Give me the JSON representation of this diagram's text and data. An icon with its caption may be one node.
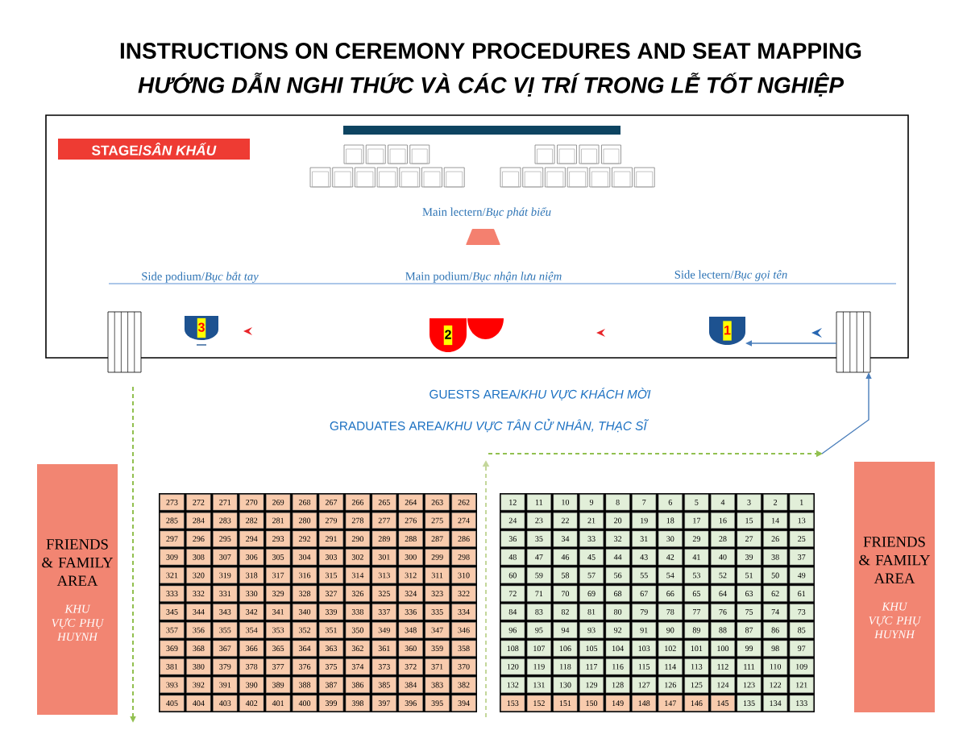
{
  "diagram": {
    "title": "INSTRUCTIONS ON CEREMONY PROCEDURES AND SEAT MAPPING",
    "nodes": [
      {
        "text": [],
        "shape": "box"
      },
      {
        "text": [
          "STAGE/*SÂN KHẤU*"
        ],
        "in": 0
      },
      {
        "text": [],
        "shape": "trapezoid",
        "beside": [
          "Main lectern/*Bục phát biểu*"
        ],
        "in": 0
      },
      {
        "text": [
          "3"
        ],
        "beside": [
          "Side podium/*Bục bắt tay*"
        ],
        "in": 0
      },
      {
        "text": [
          "2"
        ],
        "beside": [
          "Main podium/*Bục nhận lưu niệm*"
        ],
        "in": 0
      },
      {
        "text": [
          "1"
        ],
        "beside": [
          "Side lectern/*Bục gọi tên*"
        ],
        "in": 0
      },
      {
        "text": [],
        "shape": "stairs"
      },
      {
        "text": [],
        "shape": "stairs"
      },
      {
        "text": [
          "FRIENDS & FAMILY AREA",
          "KHU VỰC PHỤ HUYNH"
        ]
      },
      {
        "text": [
          "FRIENDS & FAMILY AREA",
          "KHU VỰC PHỤ HUYNH"
        ]
      }
    ],
    "edges": [
      {
        "from": 7,
        "to": 5,
        "arrow": "to"
      },
      {
        "from": null,
        "to": 7,
        "arrow": "to"
      },
      {
        "from": 6,
        "to": null,
        "arrow": "to",
        "style": "dashed",
        "color": "#92c050"
      }
    ],
    "labels": [
      "HƯỚNG DẪN NGHI THỨC VÀ CÁC VỊ TRÍ TRONG LỄ TỐT NGHIỆP",
      "GUESTS AREA/*KHU VỰC KHÁCH MỜI*",
      "GRADUATES AREA/*KHU VỰC TÂN CỬ NHÂN, THẠC SĨ*",
      "273",
      "272",
      "271",
      "270",
      "269",
      "268",
      "267",
      "266",
      "265",
      "264",
      "263",
      "262",
      "285",
      "284",
      "283",
      "282",
      "281",
      "280",
      "279",
      "278",
      "277",
      "276",
      "275",
      "274",
      "297",
      "296",
      "295",
      "294",
      "293",
      "292",
      "291",
      "290",
      "289",
      "288",
      "287",
      "286",
      "309",
      "308",
      "307",
      "306",
      "305",
      "304",
      "303",
      "302",
      "301",
      "300",
      "299",
      "298",
      "321",
      "320",
      "319",
      "318",
      "317",
      "316",
      "315",
      "314",
      "313",
      "312",
      "311",
      "310",
      "333",
      "332",
      "331",
      "330",
      "329",
      "328",
      "327",
      "326",
      "325",
      "324",
      "323",
      "322",
      "345",
      "344",
      "343",
      "342",
      "341",
      "340",
      "339",
      "338",
      "337",
      "336",
      "335",
      "334",
      "357",
      "356",
      "355",
      "354",
      "353",
      "352",
      "351",
      "350",
      "349",
      "348",
      "347",
      "346",
      "369",
      "368",
      "367",
      "366",
      "365",
      "364",
      "363",
      "362",
      "361",
      "360",
      "359",
      "358",
      "381",
      "380",
      "379",
      "378",
      "377",
      "376",
      "375",
      "374",
      "373",
      "372",
      "371",
      "370",
      "393",
      "392",
      "391",
      "390",
      "389",
      "388",
      "387",
      "386",
      "385",
      "384",
      "383",
      "382",
      "405",
      "404",
      "403",
      "402",
      "401",
      "400",
      "399",
      "398",
      "397",
      "396",
      "395",
      "394",
      "12",
      "11",
      "10",
      "9",
      "8",
      "7",
      "6",
      "5",
      "4",
      "3",
      "2",
      "1",
      "24",
      "23",
      "22",
      "21",
      "20",
      "19",
      "18",
      "17",
      "16",
      "15",
      "14",
      "13",
      "36",
      "35",
      "34",
      "33",
      "32",
      "31",
      "30",
      "29",
      "28",
      "27",
      "26",
      "25",
      "48",
      "47",
      "46",
      "45",
      "44",
      "43",
      "42",
      "41",
      "40",
      "39",
      "38",
      "37",
      "60",
      "59",
      "58",
      "57",
      "56",
      "55",
      "54",
      "53",
      "52",
      "51",
      "50",
      "49",
      "72",
      "71",
      "70",
      "69",
      "68",
      "67",
      "66",
      "65",
      "64",
      "63",
      "62",
      "61",
      "84",
      "83",
      "82",
      "81",
      "80",
      "79",
      "78",
      "77",
      "76",
      "75",
      "74",
      "73",
      "96",
      "95",
      "94",
      "93",
      "92",
      "91",
      "90",
      "89",
      "88",
      "87",
      "86",
      "85",
      "108",
      "107",
      "106",
      "105",
      "104",
      "103",
      "102",
      "101",
      "100",
      "99",
      "98",
      "97",
      "120",
      "119",
      "118",
      "117",
      "116",
      "115",
      "114",
      "113",
      "112",
      "111",
      "110",
      "109",
      "132",
      "131",
      "130",
      "129",
      "128",
      "127",
      "126",
      "125",
      "124",
      "123",
      "122",
      "121",
      "153",
      "152",
      "151",
      "150",
      "149",
      "148",
      "147",
      "146",
      "145",
      "135",
      "134",
      "133"
    ]
  }
}
